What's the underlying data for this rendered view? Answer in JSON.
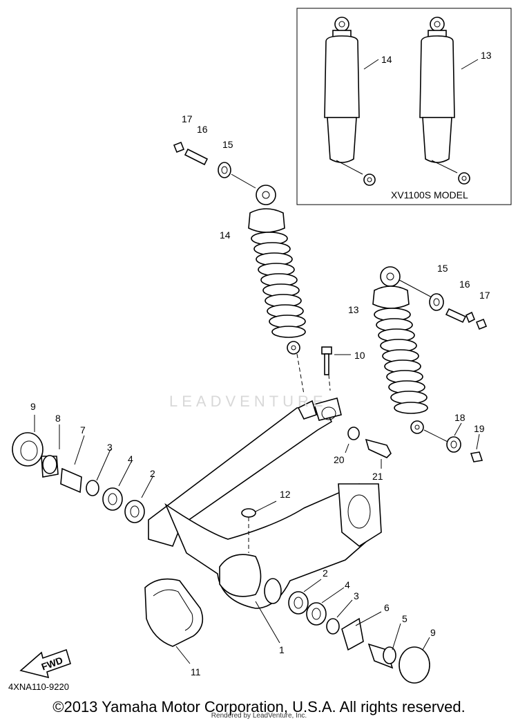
{
  "inset": {
    "model_label": "XV1100S MODEL",
    "callouts": [
      "14",
      "13"
    ]
  },
  "callouts": [
    {
      "n": "17"
    },
    {
      "n": "16"
    },
    {
      "n": "15"
    },
    {
      "n": "14"
    },
    {
      "n": "15"
    },
    {
      "n": "16"
    },
    {
      "n": "17"
    },
    {
      "n": "13"
    },
    {
      "n": "10"
    },
    {
      "n": "9"
    },
    {
      "n": "8"
    },
    {
      "n": "7"
    },
    {
      "n": "3"
    },
    {
      "n": "4"
    },
    {
      "n": "2"
    },
    {
      "n": "18"
    },
    {
      "n": "19"
    },
    {
      "n": "20"
    },
    {
      "n": "21"
    },
    {
      "n": "12"
    },
    {
      "n": "2"
    },
    {
      "n": "4"
    },
    {
      "n": "3"
    },
    {
      "n": "6"
    },
    {
      "n": "5"
    },
    {
      "n": "9"
    },
    {
      "n": "1"
    },
    {
      "n": "11"
    }
  ],
  "fwd_label": "FWD",
  "doc_number": "4XNA110-9220",
  "copyright": "©2013 Yamaha Motor Corporation, U.S.A. All rights reserved.",
  "rendered_by": "Rendered by LeadVenture, Inc.",
  "watermark": "LEADVENTURE",
  "colors": {
    "ink": "#000000",
    "watermark": "#d8d8d8"
  }
}
